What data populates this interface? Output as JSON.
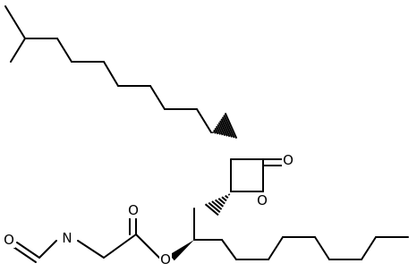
{
  "molecule": {
    "atoms": {
      "carbonyl_oxygen": "O",
      "ring_oxygen": "O",
      "ester_carbonyl_oxygen": "O",
      "ester_oxygen": "O",
      "formyl_oxygen": "O",
      "amide_nitrogen": "N"
    }
  },
  "colors": {
    "bond": "#000000",
    "background": "#ffffff"
  }
}
